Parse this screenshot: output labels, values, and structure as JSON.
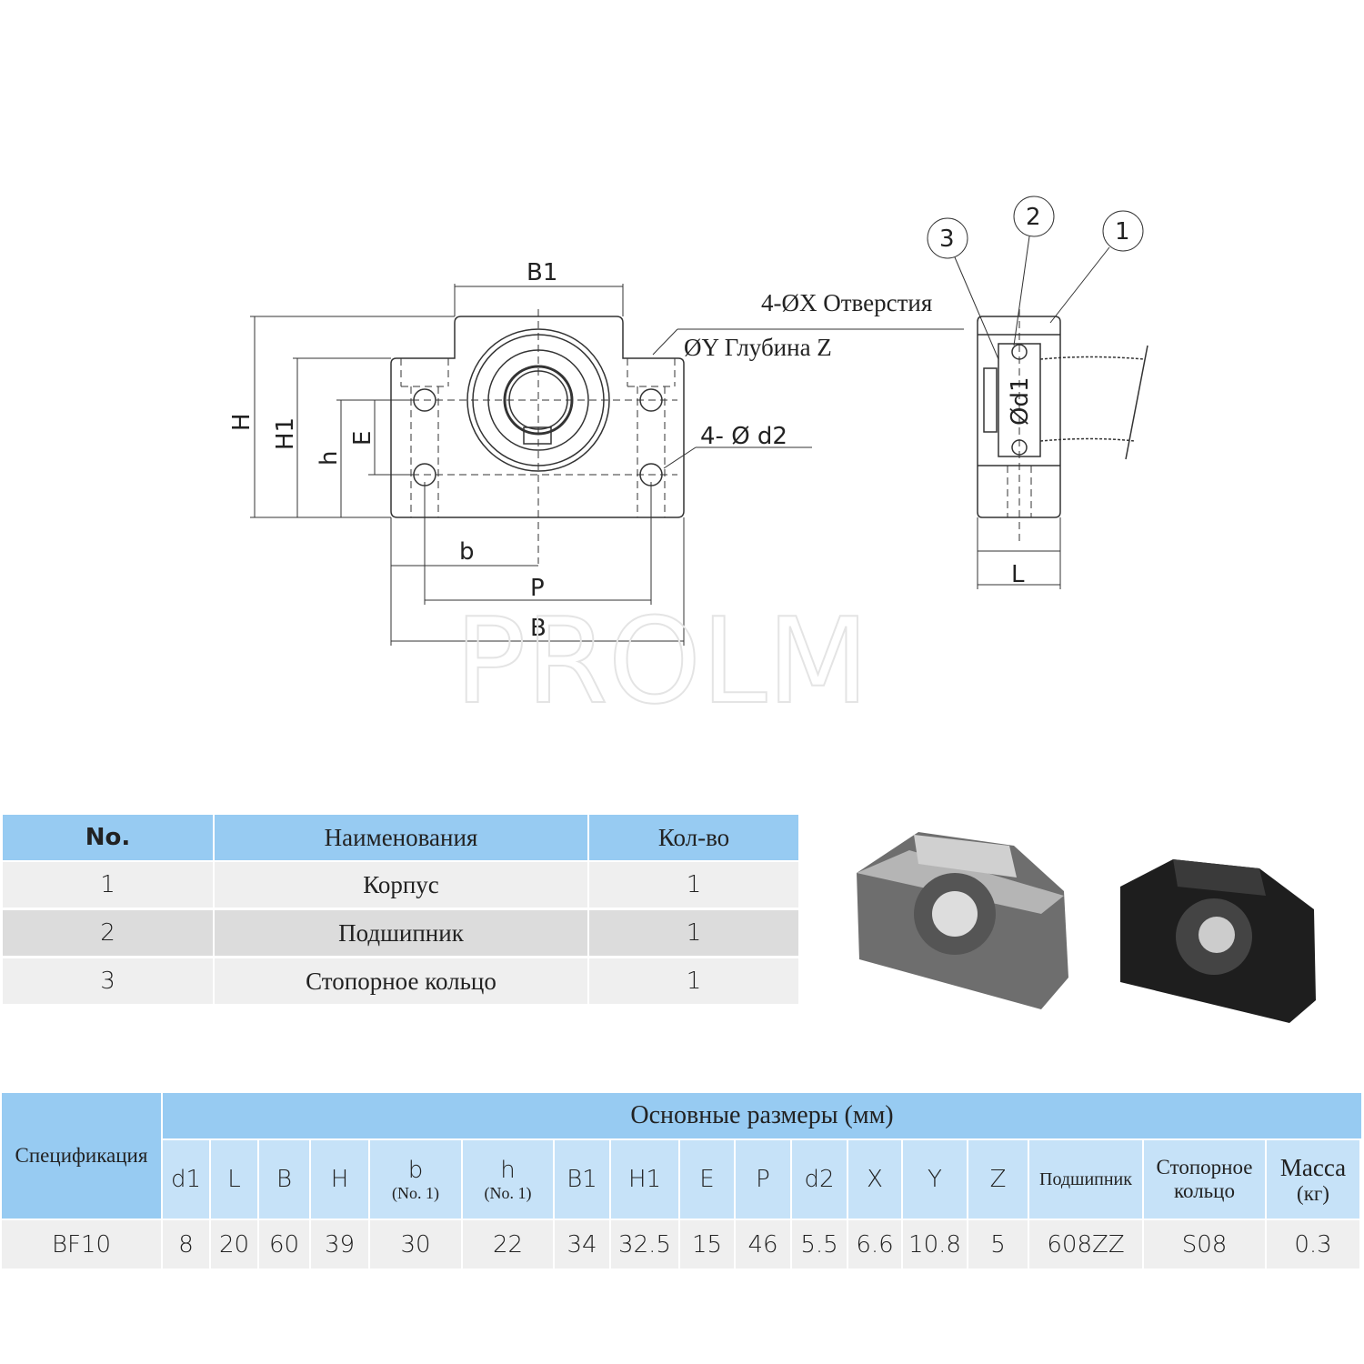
{
  "drawing": {
    "labels": {
      "B1": "B1",
      "H": "H",
      "H1": "H1",
      "h": "h",
      "E": "E",
      "b": "b",
      "P": "P",
      "B": "B",
      "L": "L",
      "d1": "Ød1",
      "d2": "4- Ø d2",
      "holes": "4-ØX Отверстия",
      "counterbore": "ØY Глубина  Z",
      "callout1": "1",
      "callout2": "2",
      "callout3": "3"
    },
    "watermark": "PROLM"
  },
  "parts_table": {
    "headers": [
      "No.",
      "Наименования",
      "Кол-во"
    ],
    "rows": [
      {
        "no": "1",
        "name": "Корпус",
        "qty": "1"
      },
      {
        "no": "2",
        "name": "Подшипник",
        "qty": "1"
      },
      {
        "no": "3",
        "name": "Стопорное кольцо",
        "qty": "1"
      }
    ]
  },
  "spec_table": {
    "spec_header": "Спецификация",
    "group_header": "Основные размеры (мм)",
    "columns": [
      {
        "label": "d1"
      },
      {
        "label": "L"
      },
      {
        "label": "B"
      },
      {
        "label": "H"
      },
      {
        "label": "b",
        "sub": "(No. 1)"
      },
      {
        "label": "h",
        "sub": "(No. 1)"
      },
      {
        "label": "B1"
      },
      {
        "label": "H1"
      },
      {
        "label": "E"
      },
      {
        "label": "P"
      },
      {
        "label": "d2"
      },
      {
        "label": "X"
      },
      {
        "label": "Y"
      },
      {
        "label": "Z"
      },
      {
        "label": "Подшипник"
      },
      {
        "label": "Стопорное",
        "sub": "кольцо"
      },
      {
        "label": "Масса",
        "sub": "(кг)"
      }
    ],
    "row": {
      "spec": "BF10",
      "values": [
        "8",
        "20",
        "60",
        "39",
        "30",
        "22",
        "34",
        "32.5",
        "15",
        "46",
        "5.5",
        "6.6",
        "10.8",
        "5",
        "608ZZ",
        "S08",
        "0.3"
      ]
    }
  },
  "colors": {
    "header": "#97cbf2",
    "subheader": "#c6e2f8",
    "row_light": "#efefef",
    "row_dark": "#dcdcdc"
  }
}
